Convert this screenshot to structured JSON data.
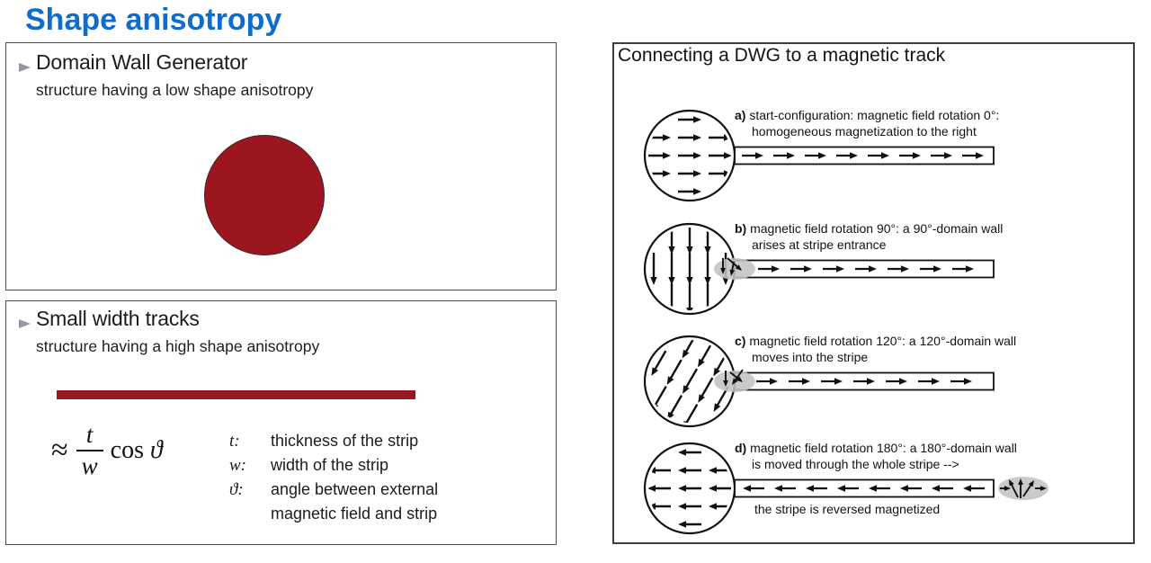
{
  "page_title": "Shape anisotropy",
  "colors": {
    "accent_blue": "#0e6ccd",
    "dark_red": "#9c1620",
    "bullet_gray": "#9196a6",
    "diagram_stroke": "#111111",
    "domain_wall_blob_gray": "#c3c3c3"
  },
  "left_top_box": {
    "heading": "Domain Wall Generator",
    "subheading": "structure having a low shape anisotropy"
  },
  "left_bottom_box": {
    "heading": "Small width tracks",
    "subheading": "structure having a high shape anisotropy",
    "formula": {
      "approx": "≈",
      "numerator": "t",
      "denominator": "w",
      "cos": "cos",
      "theta": "ϑ"
    },
    "legend": [
      {
        "symbol": "t:",
        "desc": "thickness of the strip"
      },
      {
        "symbol": "w:",
        "desc": "width of the strip"
      },
      {
        "symbol": "ϑ:",
        "desc": "angle between external magnetic field and strip"
      }
    ]
  },
  "right_box": {
    "title": "Connecting a DWG to a magnetic track",
    "diagrams": [
      {
        "key": "a",
        "marker": "a)",
        "line1": "start-configuration: magnetic field rotation 0°:",
        "line2": "homogeneous magnetization to the right",
        "note": "",
        "field_angle_deg": 0,
        "stripe_direction": "right",
        "domain_wall_blob": "none"
      },
      {
        "key": "b",
        "marker": "b)",
        "line1": "magnetic field rotation 90°: a 90°-domain wall",
        "line2": "arises at stripe entrance",
        "note": "",
        "field_angle_deg": 90,
        "stripe_direction": "right",
        "domain_wall_blob": "entrance"
      },
      {
        "key": "c",
        "marker": "c)",
        "line1": "magnetic field rotation 120°: a 120°-domain wall",
        "line2": "moves into the stripe",
        "note": "",
        "field_angle_deg": 120,
        "stripe_direction": "right",
        "domain_wall_blob": "entrance"
      },
      {
        "key": "d",
        "marker": "d)",
        "line1": "magnetic field rotation 180°: a 180°-domain wall",
        "line2": "is moved through the whole stripe --&gt;",
        "note": "the stripe is reversed magnetized",
        "field_angle_deg": 180,
        "stripe_direction": "left",
        "domain_wall_blob": "tip"
      }
    ]
  }
}
